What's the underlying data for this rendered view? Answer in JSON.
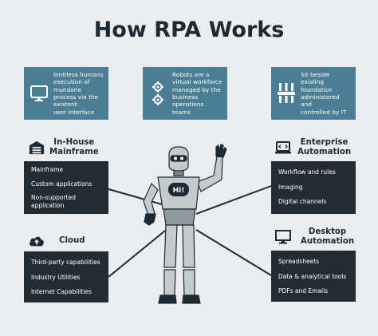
{
  "title": "How RPA Works",
  "top_boxes": [
    {
      "icon": "monitor-icon",
      "lines": [
        "limitless humans",
        "execution of",
        "mundane",
        "process via the",
        "existent",
        "user interface"
      ]
    },
    {
      "icon": "gears-icon",
      "lines": [
        "Robots are a",
        "virtual workforce",
        "managed by the",
        "business",
        "operations teams"
      ]
    },
    {
      "icon": "server-rack-icon",
      "lines": [
        "Sit beside",
        "existing",
        "foundation",
        "administered and",
        "controlled by IT"
      ]
    }
  ],
  "sections": {
    "in_house": {
      "title_lines": [
        "In-House",
        "Mainframe"
      ],
      "items": [
        "Mainframe",
        "Custom  applications",
        "Non-supported application"
      ]
    },
    "cloud": {
      "title_lines": [
        "Cloud"
      ],
      "items": [
        "Third-party capabilities",
        "Industry Utilities",
        "Internet Capabilities"
      ]
    },
    "enterprise": {
      "title_lines": [
        "Enterprise",
        "Automation"
      ],
      "items": [
        "Workflow and rules",
        "Imaging",
        "Digital channels"
      ]
    },
    "desktop": {
      "title_lines": [
        "Desktop",
        "Automation"
      ],
      "items": [
        "Spreadsheets",
        "Data & analytical tools",
        "PDFs and Emails"
      ]
    }
  },
  "robot": {
    "chest_label": "Hi!"
  },
  "colors": {
    "background": "#ecedee",
    "accent_box": "#4b7d94",
    "dark_panel": "#242c33",
    "title": "#1d2a33",
    "robot_body": "#c5cacc"
  }
}
